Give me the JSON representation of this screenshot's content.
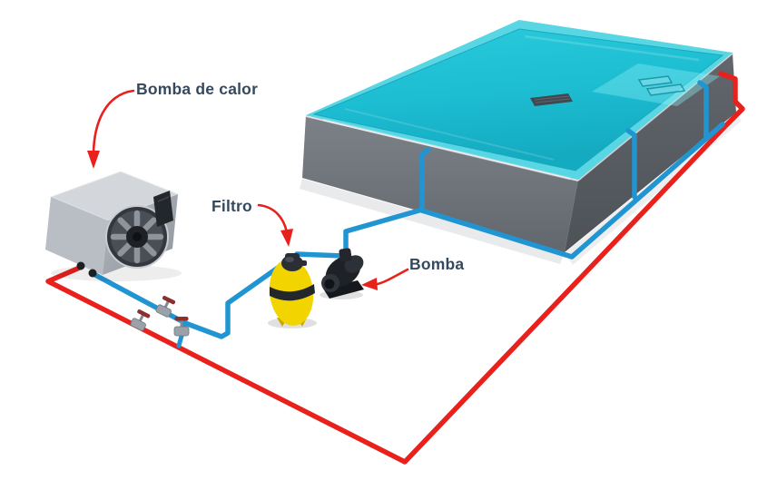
{
  "labels": {
    "heat_pump": "Bomba de calor",
    "filter": "Filtro",
    "pump": "Bomba"
  },
  "colors": {
    "pipe_hot": "#e8211d",
    "pipe_cold": "#2095d2",
    "water": "#1fc0d4",
    "water_rim": "#59d6e3",
    "pool_wall_left": "#72777d",
    "pool_wall_right": "#5a5f65",
    "label_text": "#35495e",
    "arrow": "#e8211d",
    "filter_tank": "#f2d500",
    "equipment_black": "#1e2227",
    "heat_pump_body": "#b9bec4",
    "valve_handle": "#8c2f2f"
  }
}
